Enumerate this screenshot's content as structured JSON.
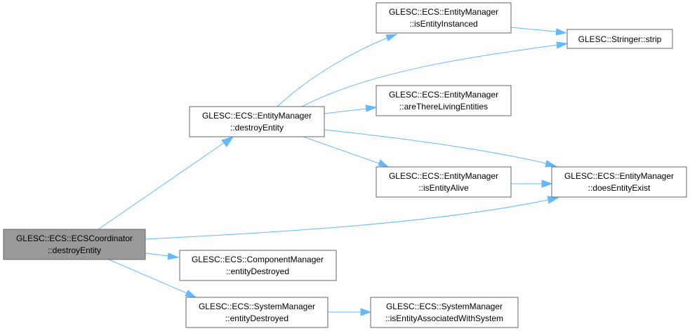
{
  "diagram": {
    "type": "call-graph",
    "edge_color": "#63b8ff",
    "root_fill": "#999999",
    "node_fill": "#ffffff",
    "node_stroke": "#666666",
    "nodes": {
      "ecs_destroy": {
        "line1": "GLESC::ECS::ECSCoordinator",
        "line2": "::destroyEntity"
      },
      "em_destroy": {
        "line1": "GLESC::ECS::EntityManager",
        "line2": "::destroyEntity"
      },
      "cm_destroyed": {
        "line1": "GLESC::ECS::ComponentManager",
        "line2": "::entityDestroyed"
      },
      "sm_destroyed": {
        "line1": "GLESC::ECS::SystemManager",
        "line2": "::entityDestroyed"
      },
      "em_instanced": {
        "line1": "GLESC::ECS::EntityManager",
        "line2": "::isEntityInstanced"
      },
      "em_living": {
        "line1": "GLESC::ECS::EntityManager",
        "line2": "::areThereLivingEntities"
      },
      "em_alive": {
        "line1": "GLESC::ECS::EntityManager",
        "line2": "::isEntityAlive"
      },
      "sm_associated": {
        "line1": "GLESC::ECS::SystemManager",
        "line2": "::isEntityAssociatedWithSystem"
      },
      "stringer_strip": {
        "line1": "GLESC::Stringer::strip"
      },
      "em_exist": {
        "line1": "GLESC::ECS::EntityManager",
        "line2": "::doesEntityExist"
      }
    },
    "edges": [
      {
        "from": "ecs_destroy",
        "to": "em_destroy"
      },
      {
        "from": "ecs_destroy",
        "to": "em_exist"
      },
      {
        "from": "ecs_destroy",
        "to": "cm_destroyed"
      },
      {
        "from": "ecs_destroy",
        "to": "sm_destroyed"
      },
      {
        "from": "em_destroy",
        "to": "em_instanced"
      },
      {
        "from": "em_destroy",
        "to": "stringer_strip"
      },
      {
        "from": "em_destroy",
        "to": "em_living"
      },
      {
        "from": "em_destroy",
        "to": "em_exist"
      },
      {
        "from": "em_destroy",
        "to": "em_alive"
      },
      {
        "from": "em_instanced",
        "to": "stringer_strip"
      },
      {
        "from": "em_alive",
        "to": "em_exist"
      },
      {
        "from": "sm_destroyed",
        "to": "sm_associated"
      }
    ]
  }
}
